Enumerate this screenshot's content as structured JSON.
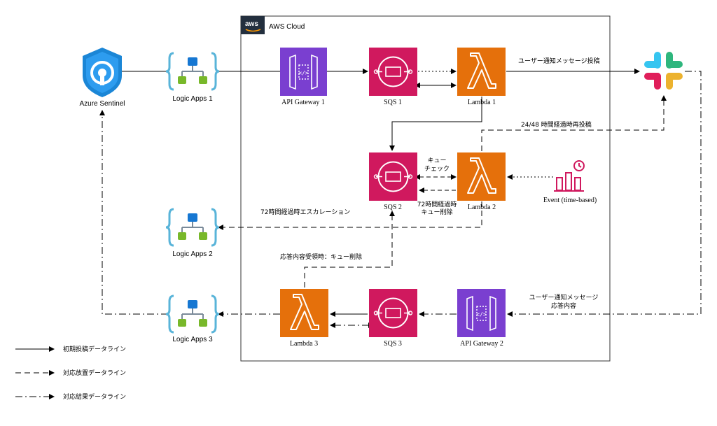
{
  "cloud": {
    "label": "AWS Cloud",
    "logo_text": "aws"
  },
  "nodes": {
    "sentinel": {
      "label": "Azure Sentinel"
    },
    "logic1": {
      "label": "Logic Apps 1"
    },
    "logic2": {
      "label": "Logic Apps 2"
    },
    "logic3": {
      "label": "Logic Apps 3"
    },
    "apigw1": {
      "label": "API Gateway 1"
    },
    "sqs1": {
      "label": "SQS 1"
    },
    "lambda1": {
      "label": "Lambda 1"
    },
    "sqs2": {
      "label": "SQS 2"
    },
    "lambda2": {
      "label": "Lambda 2"
    },
    "event": {
      "label": "Event (time-based)"
    },
    "lambda3": {
      "label": "Lambda 3"
    },
    "sqs3": {
      "label": "SQS 3"
    },
    "apigw2": {
      "label": "API Gateway 2"
    }
  },
  "edge_labels": {
    "user_notify": "ユーザー通知メッセージ投稿",
    "repost": "24/48 時間経過時再投稿",
    "queue_check_1": "キュー",
    "queue_check_2": "チェック",
    "delete72_1": "72時間経過時",
    "delete72_2": "キュー削除",
    "escalation": "72時間経過時エスカレーション",
    "response_delete": "応答内容受領時：キュー削除",
    "user_response_1": "ユーザー通知メッセージ",
    "user_response_2": "応答内容"
  },
  "legend": [
    {
      "label": "初期投稿データライン",
      "style": "solid"
    },
    {
      "label": "対応放置データライン",
      "style": "dashed"
    },
    {
      "label": "対応結果データライン",
      "style": "dashdot"
    }
  ],
  "colors": {
    "compute": "#e5700b",
    "integration": "#d0195e",
    "network": "#7a3fd0",
    "azure_blue": "#1b86d6",
    "logic_blue": "#1677d2",
    "logic_green": "#78b82a",
    "event": "#d0195e"
  }
}
